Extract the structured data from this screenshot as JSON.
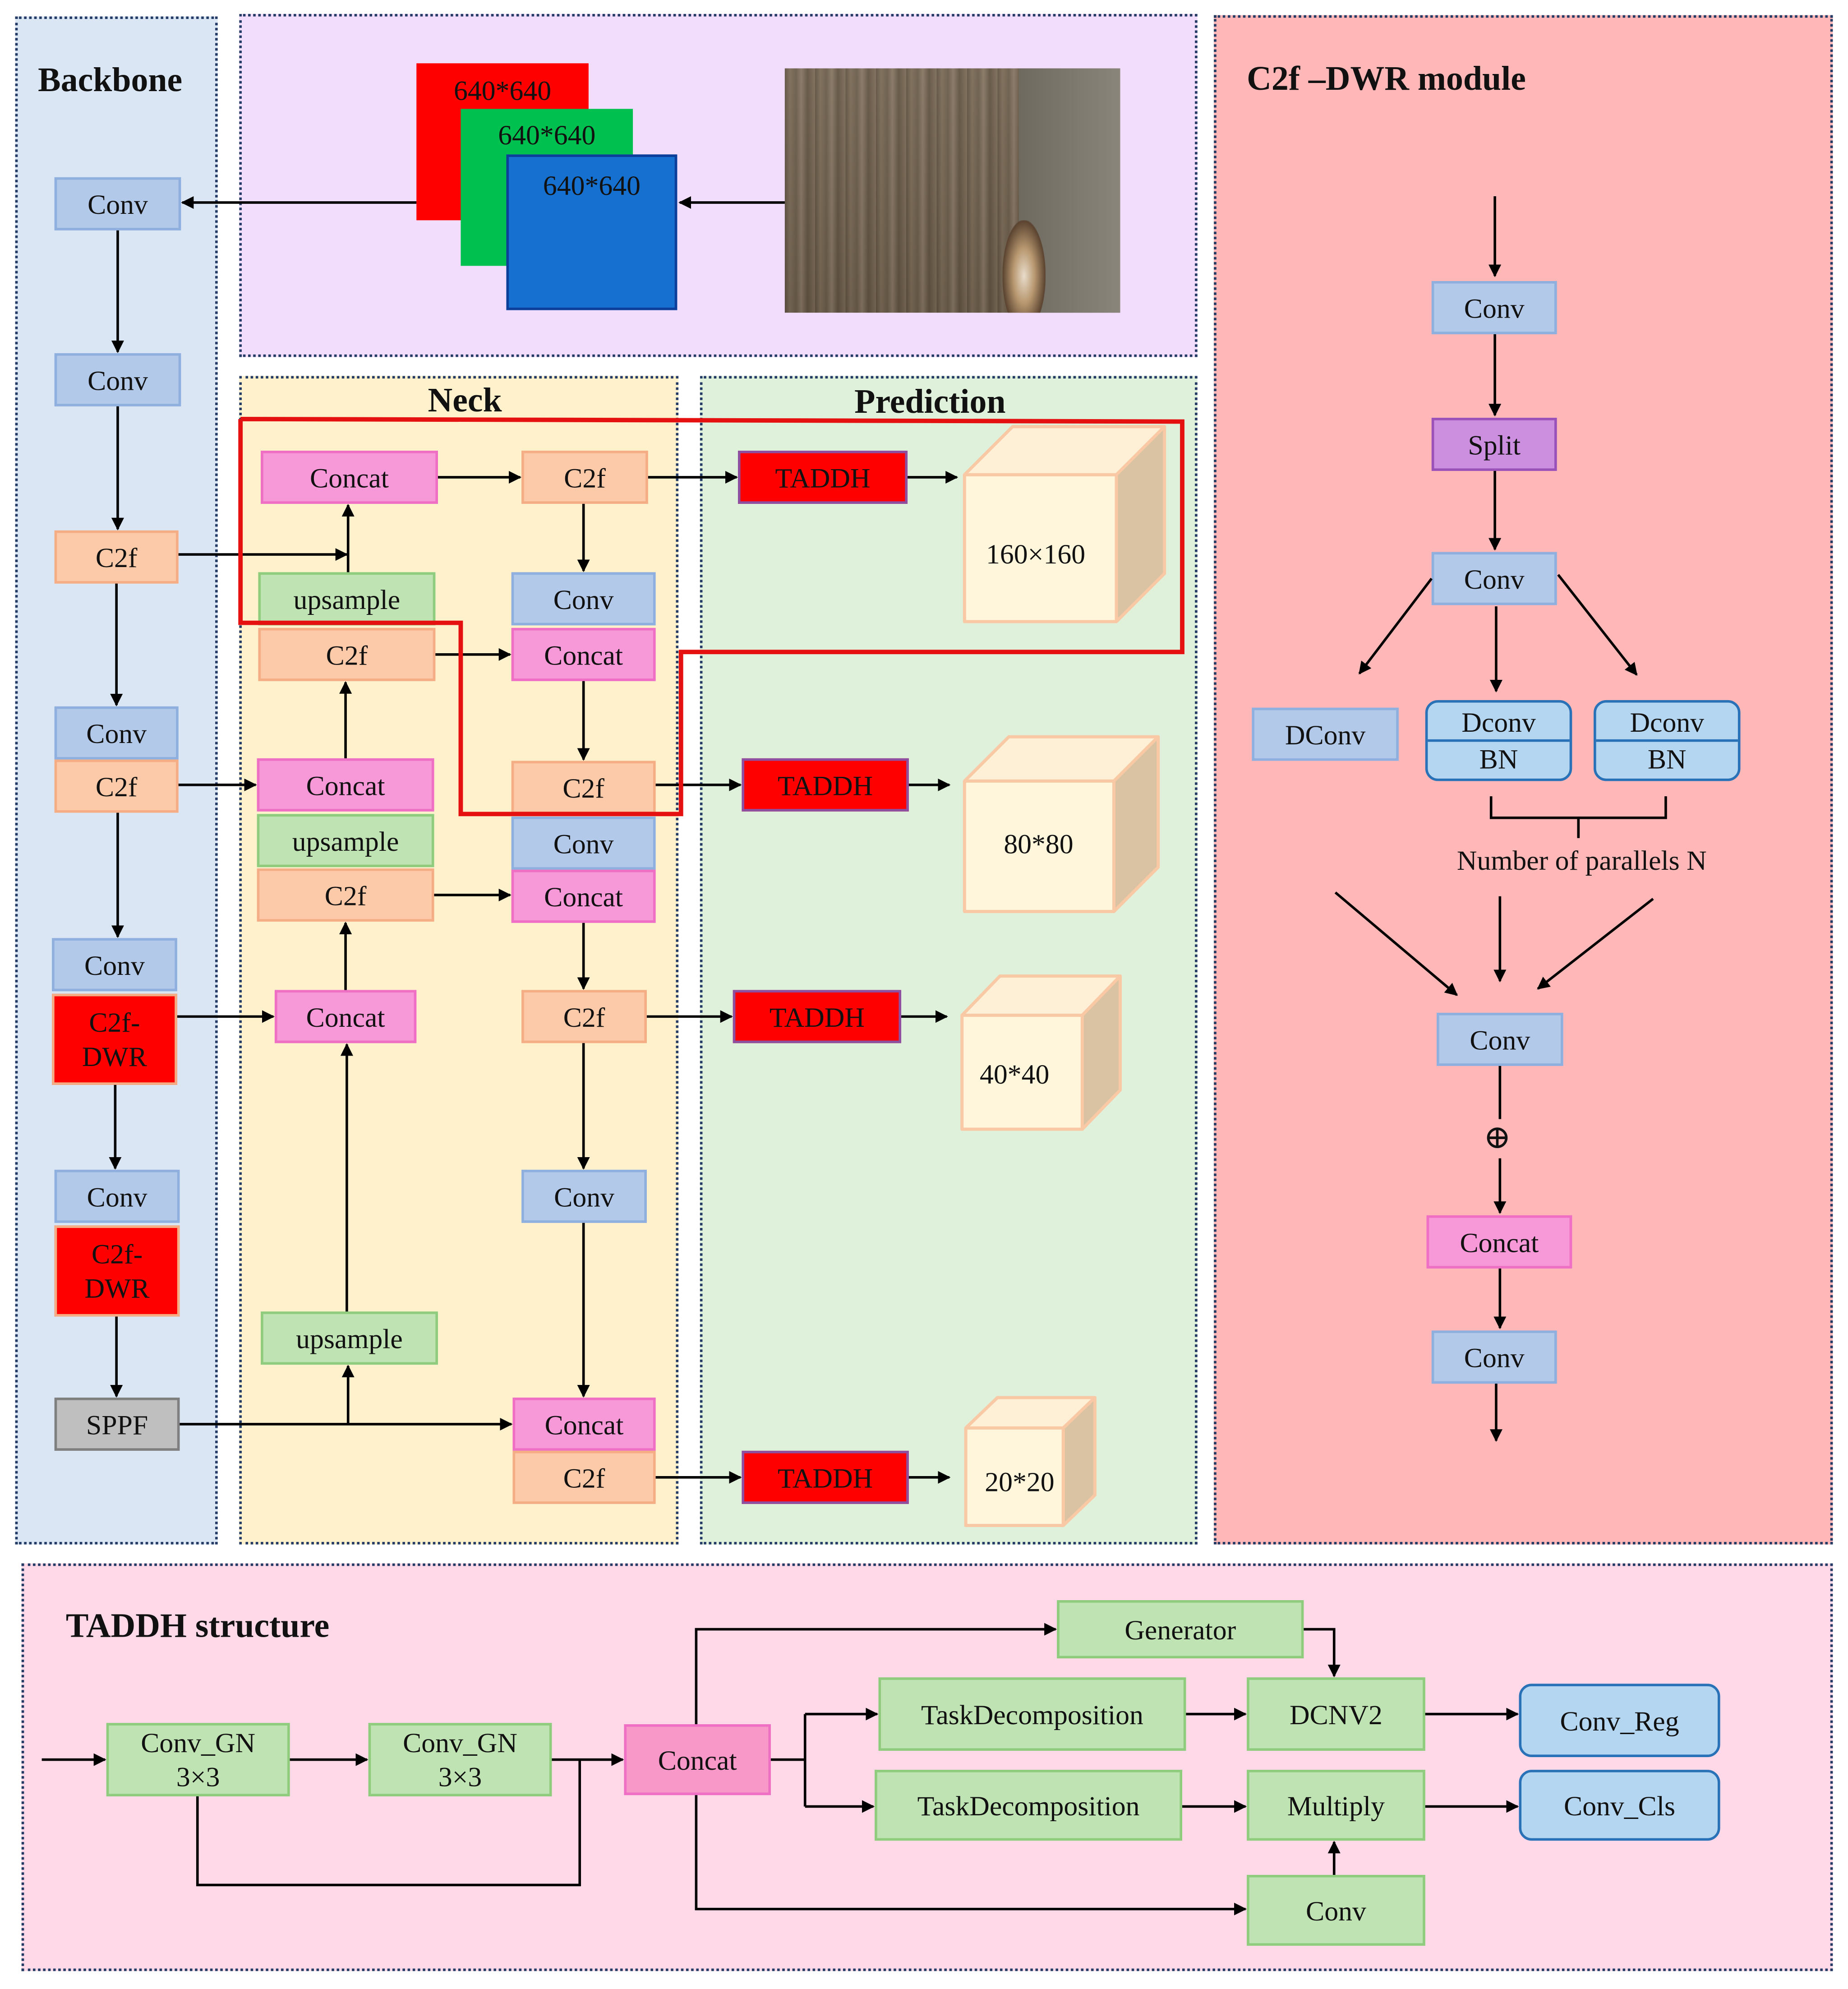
{
  "sections": {
    "backbone": "Backbone",
    "neck": "Neck",
    "prediction": "Prediction",
    "dwr": "C2f –DWR module",
    "taddh": "TADDH structure"
  },
  "input": {
    "size_red": "640*640",
    "size_green": "640*640",
    "size_blue": "640*640"
  },
  "backbone": {
    "conv": "Conv",
    "c2f": "C2f",
    "c2f_dwr_1": "C2f-",
    "c2f_dwr_2": "DWR",
    "sppf": "SPPF"
  },
  "neck": {
    "concat": "Concat",
    "c2f": "C2f",
    "upsample": "upsample",
    "conv": "Conv"
  },
  "prediction": {
    "head": "TADDH",
    "outputs": [
      "160×160",
      "80*80",
      "40*40",
      "20*20"
    ]
  },
  "dwr": {
    "conv": "Conv",
    "split": "Split",
    "dconv": "DConv",
    "dconv_bn_1": "Dconv",
    "dconv_bn_2": "BN",
    "parallels": "Number of parallels N",
    "plus": "⊕",
    "concat": "Concat"
  },
  "taddh": {
    "conv_gn_1": "Conv_GN",
    "conv_gn_2": "3×3",
    "concat": "Concat",
    "generator": "Generator",
    "taskdecomp": "TaskDecomposition",
    "dcnv2": "DCNV2",
    "multiply": "Multiply",
    "conv": "Conv",
    "conv_reg": "Conv_Reg",
    "conv_cls": "Conv_Cls"
  },
  "colors": {
    "backbone_bg": "#dae6f4",
    "input_bg": "#f2ddfc",
    "neck_bg": "#fff1cc",
    "prediction_bg": "#dff0db",
    "dwr_bg": "#ffb7b7",
    "taddh_bg": "#ffd9e8",
    "highlight": "#e51010"
  }
}
